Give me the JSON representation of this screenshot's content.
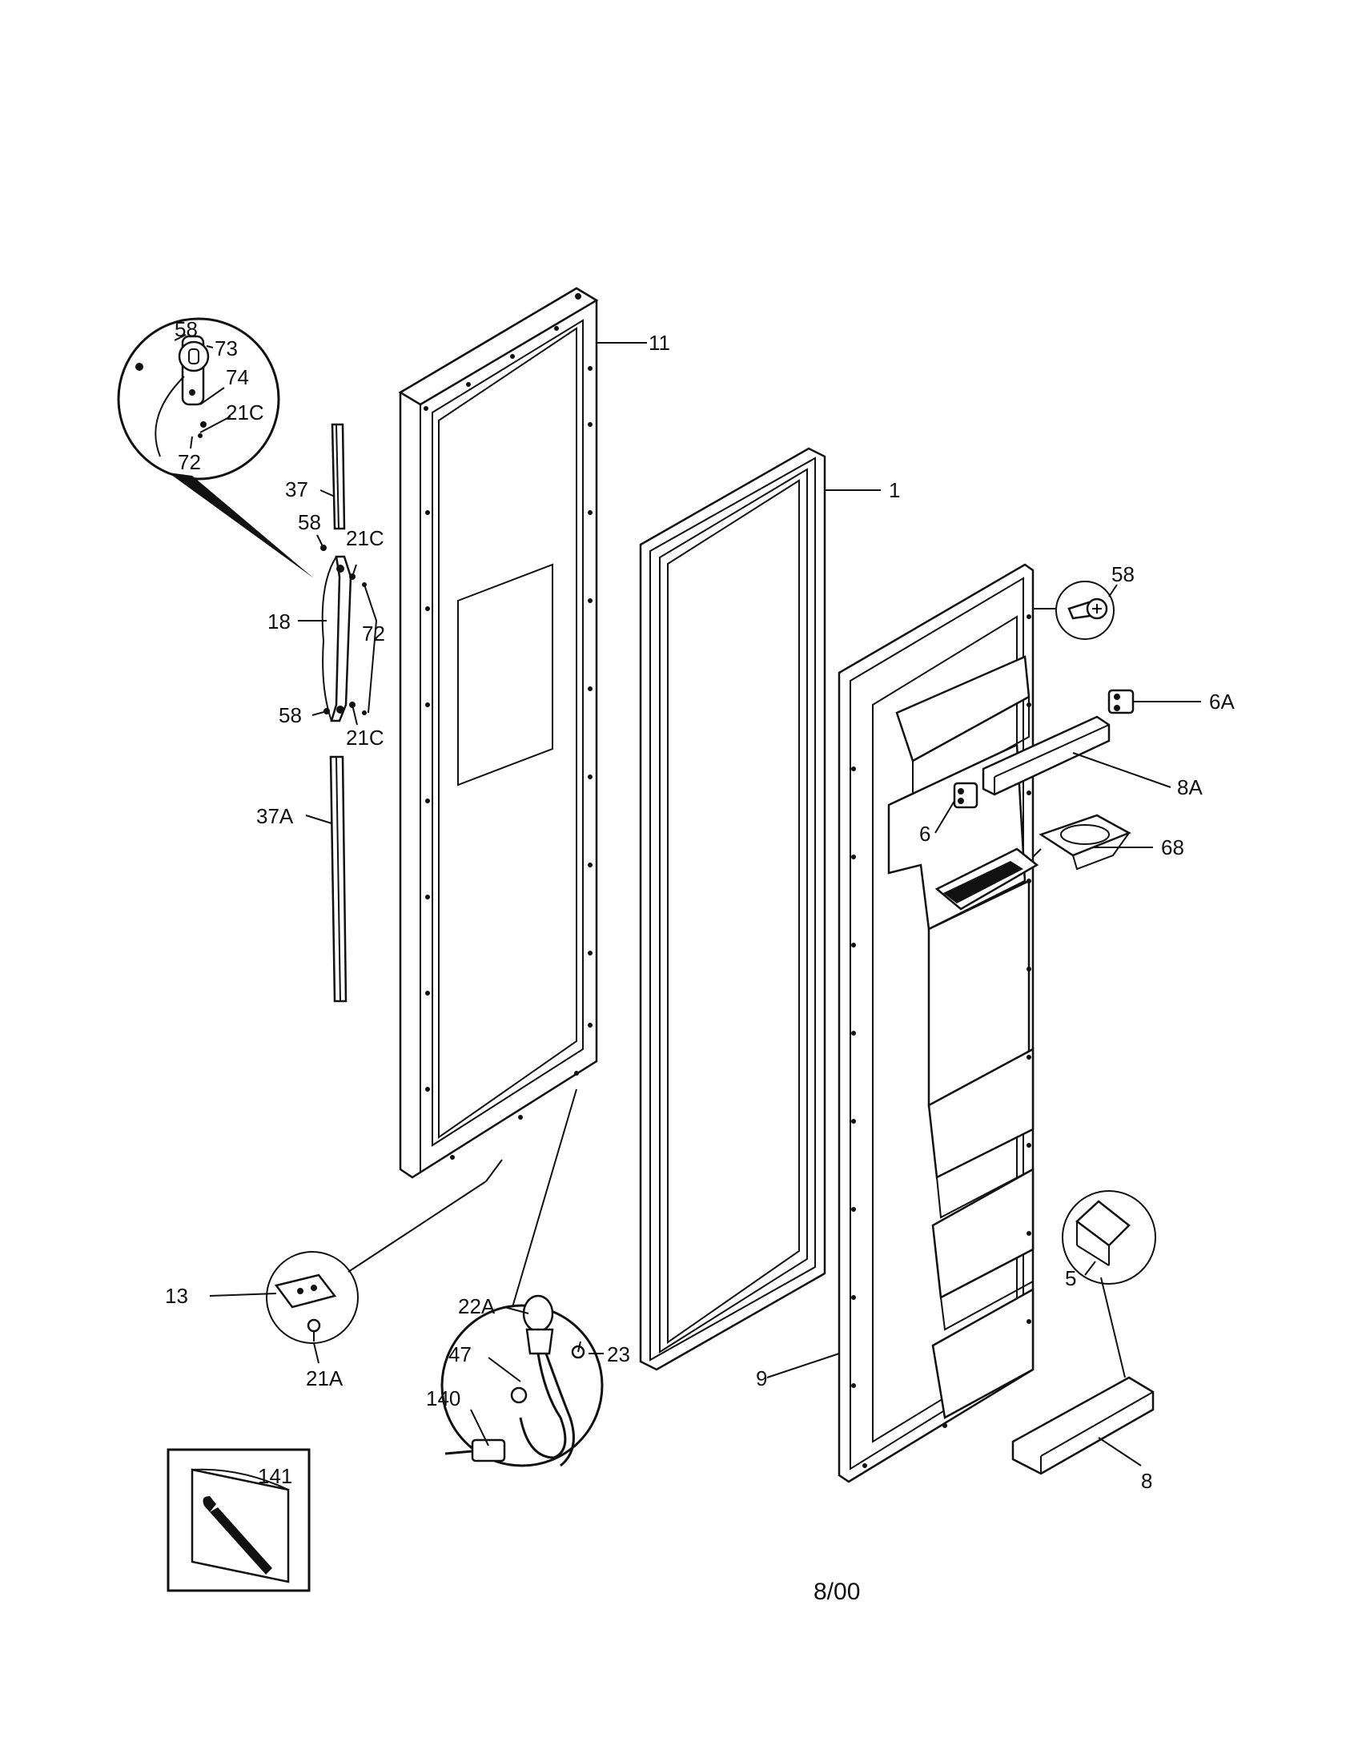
{
  "labels": {
    "p11": "11",
    "p1": "1",
    "p58_inset": "58",
    "p73": "73",
    "p74": "74",
    "p21c_inset": "21C",
    "p72_inset": "72",
    "p37": "37",
    "p58_upper": "58",
    "p21c_upper": "21C",
    "p18": "18",
    "p72": "72",
    "p58_lower": "58",
    "p21c_lower": "21C",
    "p37a": "37A",
    "p58_right": "58",
    "p6a": "6A",
    "p8a": "8A",
    "p6": "6",
    "p68": "68",
    "p13": "13",
    "p21a": "21A",
    "p22a": "22A",
    "p47": "47",
    "p23": "23",
    "p140": "140",
    "p9": "9",
    "p5": "5",
    "p8": "8",
    "p141": "141"
  },
  "footer": {
    "date": "8/00"
  }
}
